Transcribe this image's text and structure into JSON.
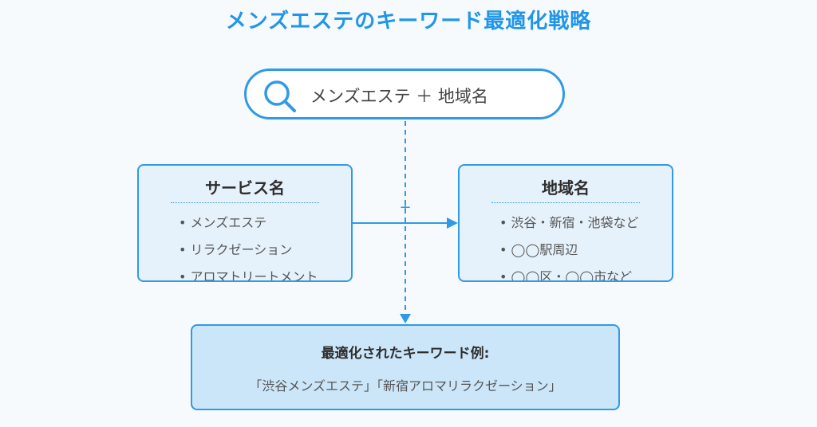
{
  "title": "メンズエステのキーワード最適化戦略",
  "search": {
    "text": "メンズエステ ＋ 地域名"
  },
  "left_box": {
    "heading": "サービス名",
    "items": [
      "メンズエステ",
      "リラクゼーション",
      "アロマトリートメント"
    ]
  },
  "right_box": {
    "heading": "地域名",
    "items": [
      "渋谷・新宿・池袋など",
      "◯◯駅周辺",
      "◯◯区・◯◯市など"
    ]
  },
  "plus_sign": "+",
  "result": {
    "heading": "最適化されたキーワード例:",
    "example": "「渋谷メンズエステ」「新宿アロマリラクゼーション」"
  },
  "colors": {
    "accent": "#2196e8",
    "border": "#2f9ae6",
    "box_fill": "#e6f2fb",
    "result_fill": "#cbe6f8"
  }
}
